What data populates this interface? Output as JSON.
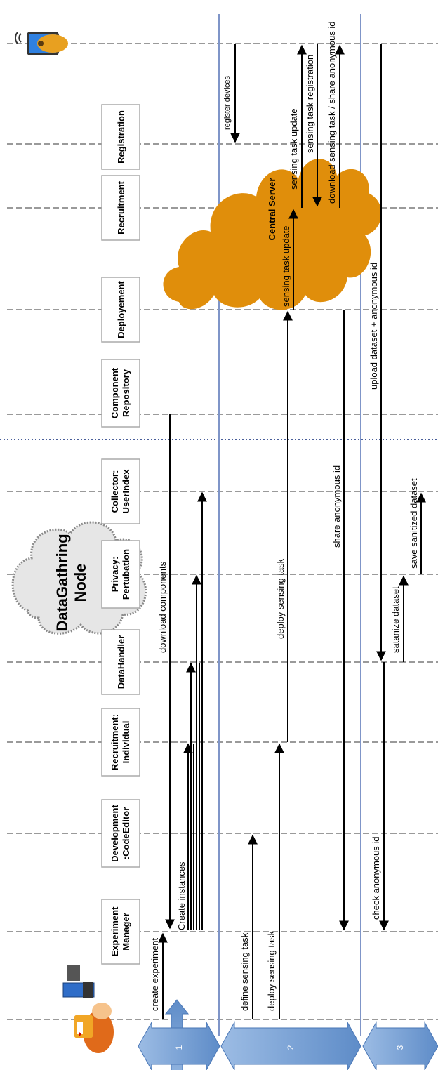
{
  "participants": [
    {
      "id": "experiment-manager",
      "label": "Experiment Manager"
    },
    {
      "id": "development-codeeditor",
      "label": "Development :CodeEditor"
    },
    {
      "id": "recruitment-individual",
      "label": "Recruitment: Individual"
    },
    {
      "id": "datahandler",
      "label": "DataHandler"
    },
    {
      "id": "privacy-pertubation",
      "label": "Privacy: Pertubation"
    },
    {
      "id": "collector-userindex",
      "label": "Collector: UserIndex"
    },
    {
      "id": "component-repository",
      "label": "Component Repository"
    },
    {
      "id": "deployement",
      "label": "Deployement"
    },
    {
      "id": "recruitment",
      "label": "Recruitment"
    },
    {
      "id": "registration",
      "label": "Registration"
    }
  ],
  "clouds": {
    "data_node": "DataGathring Node",
    "central_server": "Central Server"
  },
  "phases": [
    "1",
    "2",
    "3"
  ],
  "messages": [
    {
      "id": "create-experiment",
      "label": "create experiment"
    },
    {
      "id": "create-instances",
      "label": "Create  instances"
    },
    {
      "id": "download-components",
      "label": "download  components"
    },
    {
      "id": "register-devices",
      "label": "register devices"
    },
    {
      "id": "define-sensing-task",
      "label": "define sensing task"
    },
    {
      "id": "deploy-sensing-task-1",
      "label": "deploy sensing task"
    },
    {
      "id": "deploy-sensing-task-2",
      "label": "deploy sensing task"
    },
    {
      "id": "sensing-task-update-1",
      "label": "sensing task update"
    },
    {
      "id": "sensing-task-update-2",
      "label": "sensing task update"
    },
    {
      "id": "sensing-task-registration",
      "label": "sensing task registration"
    },
    {
      "id": "download-sensing-task",
      "label": "download  sensing task / share anonymous id"
    },
    {
      "id": "share-anonymous-id",
      "label": "share anonymous id"
    },
    {
      "id": "check-anonymous-id",
      "label": "check anonymous  id"
    },
    {
      "id": "upload-dataset",
      "label": "upload dataset + anonymous  id"
    },
    {
      "id": "satanize-dataset",
      "label": "satanize dataset"
    },
    {
      "id": "save-sanitized-dataset",
      "label": "save sanitized dataset"
    }
  ],
  "colors": {
    "cloud_server": "#E08E0B",
    "cloud_node": "#E6E6E6",
    "phase_arrow": "#7FA6D8",
    "separator": "#7F95C8"
  }
}
